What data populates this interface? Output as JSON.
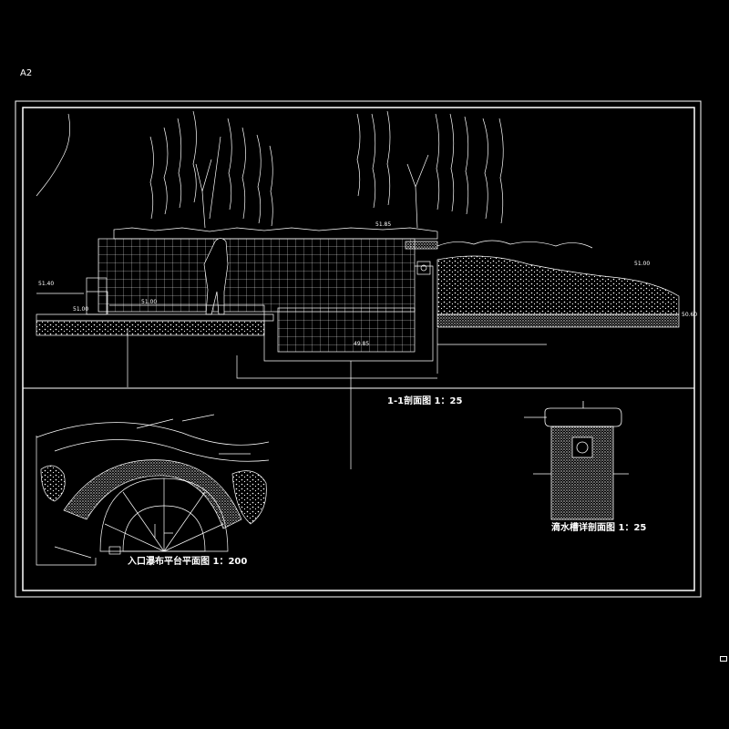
{
  "sheet": {
    "id": "A2"
  },
  "colors": {
    "background": "#000000",
    "line": "#ffffff",
    "accent": "#dddddd"
  },
  "titles": {
    "section": "1-1剖面图 1：25",
    "plan": "入口瀑布平台平面图 1：200",
    "drain": "滴水槽详剖面图 1：25"
  },
  "elevations": {
    "left_ground": "51.40",
    "step": "51.00",
    "pool_base": "51.00",
    "wall_top": "51.85",
    "pool_bottom": "49.85",
    "right_ground": "51.00",
    "right_edge": "50.60"
  }
}
